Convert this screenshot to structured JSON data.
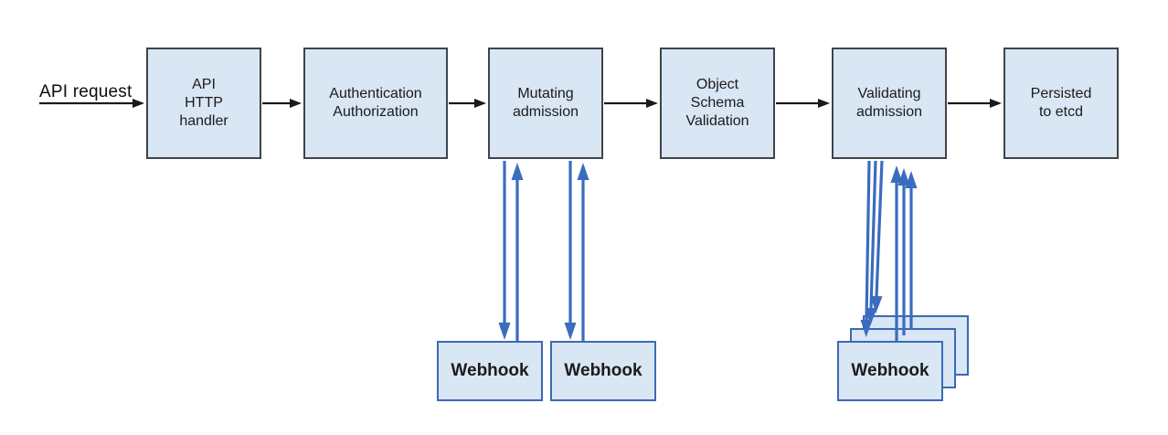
{
  "diagram": {
    "api_request_label": "API request",
    "nodes": [
      {
        "id": "api-http-handler",
        "label": "API\nHTTP\nhandler"
      },
      {
        "id": "authentication-authorization",
        "label": "Authentication\nAuthorization"
      },
      {
        "id": "mutating-admission",
        "label": "Mutating\nadmission"
      },
      {
        "id": "object-schema-validation",
        "label": "Object\nSchema\nValidation"
      },
      {
        "id": "validating-admission",
        "label": "Validating\nadmission"
      },
      {
        "id": "persisted-to-etcd",
        "label": "Persisted\nto etcd"
      }
    ],
    "webhook_labels": [
      "Webhook",
      "Webhook",
      "Webhook"
    ],
    "colors": {
      "background": "#ffffff",
      "node_fill": "#d9e6f4",
      "node_border": "#3f4448",
      "webhook_border": "#3a6ab4",
      "arrow_black": "#1a1a1a",
      "arrow_blue": "#3a6cc0"
    }
  }
}
